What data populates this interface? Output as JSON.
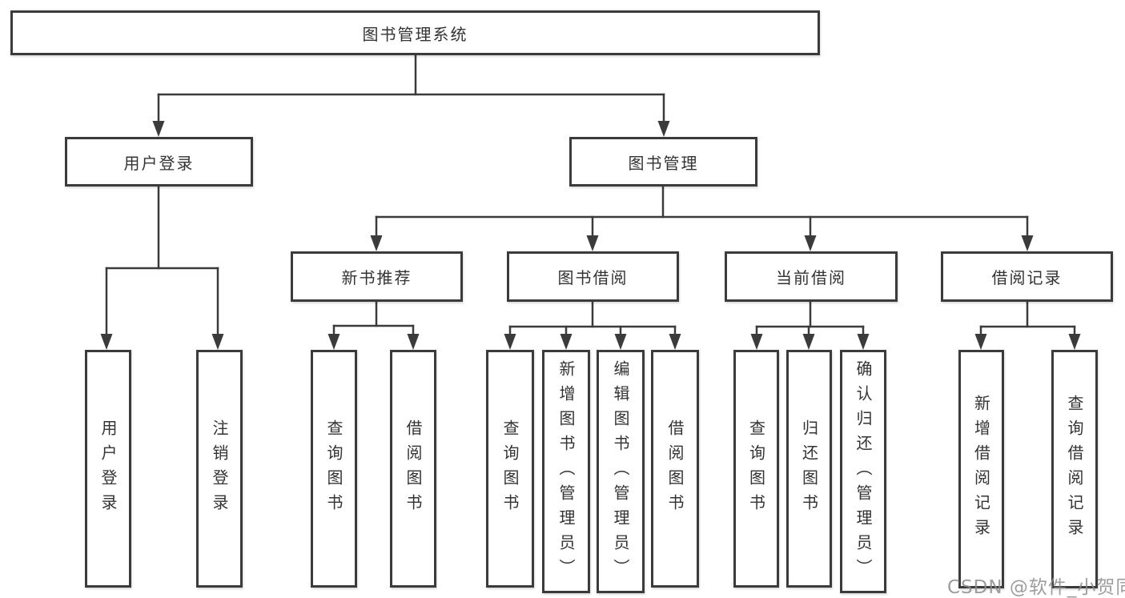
{
  "tree": {
    "root": {
      "label": "图书管理系统"
    },
    "branches": [
      {
        "label": "用户登录",
        "children": [
          {
            "label": "用户登录"
          },
          {
            "label": "注销登录"
          }
        ]
      },
      {
        "label": "图书管理",
        "children": [
          {
            "label": "新书推荐",
            "children": [
              {
                "label": "查询图书"
              },
              {
                "label": "借阅图书"
              }
            ]
          },
          {
            "label": "图书借阅",
            "children": [
              {
                "label": "查询图书"
              },
              {
                "label": "新增图书（管理员）"
              },
              {
                "label": "编辑图书（管理员）"
              },
              {
                "label": "借阅图书"
              }
            ]
          },
          {
            "label": "当前借阅",
            "children": [
              {
                "label": "查询图书"
              },
              {
                "label": "归还图书"
              },
              {
                "label": "确认归还（管理员）"
              }
            ]
          },
          {
            "label": "借阅记录",
            "children": [
              {
                "label": "新增借阅记录"
              },
              {
                "label": "查询借阅记录"
              }
            ]
          }
        ]
      }
    ]
  },
  "watermark": {
    "text": "CSDN @软件_小贺同学"
  },
  "colors": {
    "line": "#3b3b3b",
    "box_border": "#3b3b3b",
    "text": "#333333",
    "watermark": "#8c8c8c",
    "background": "#ffffff"
  }
}
